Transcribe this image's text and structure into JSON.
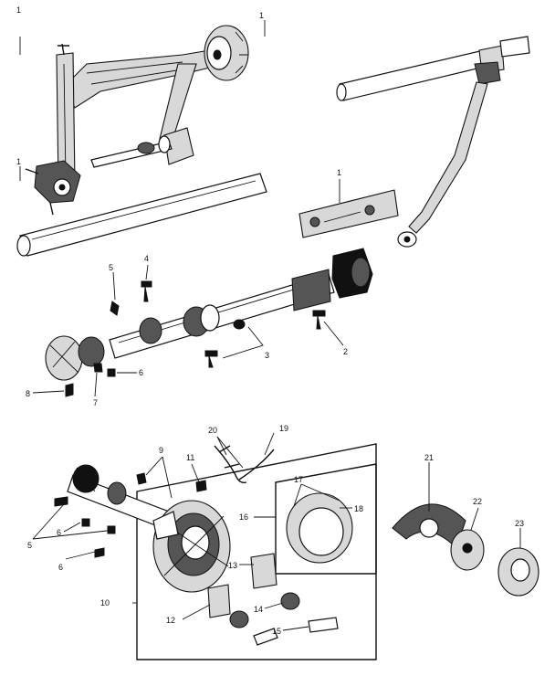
{
  "diagram": {
    "callouts": [
      {
        "id": "c1a",
        "label": "1"
      },
      {
        "id": "c1b",
        "label": "1"
      },
      {
        "id": "c1c",
        "label": "1"
      },
      {
        "id": "c1d",
        "label": "1"
      },
      {
        "id": "c2",
        "label": "2"
      },
      {
        "id": "c3",
        "label": "3"
      },
      {
        "id": "c4",
        "label": "4"
      },
      {
        "id": "c5",
        "label": "5"
      },
      {
        "id": "c6a",
        "label": "6"
      },
      {
        "id": "c7",
        "label": "7"
      },
      {
        "id": "c8",
        "label": "8"
      },
      {
        "id": "c5b",
        "label": "5"
      },
      {
        "id": "c6b",
        "label": "6"
      },
      {
        "id": "c6c",
        "label": "6"
      },
      {
        "id": "c9",
        "label": "9"
      },
      {
        "id": "c10",
        "label": "10"
      },
      {
        "id": "c11",
        "label": "11"
      },
      {
        "id": "c12",
        "label": "12"
      },
      {
        "id": "c13",
        "label": "13"
      },
      {
        "id": "c14",
        "label": "14"
      },
      {
        "id": "c15",
        "label": "15"
      },
      {
        "id": "c16",
        "label": "16"
      },
      {
        "id": "c17",
        "label": "17"
      },
      {
        "id": "c18",
        "label": "18"
      },
      {
        "id": "c19",
        "label": "19"
      },
      {
        "id": "c20",
        "label": "20"
      },
      {
        "id": "c21",
        "label": "21"
      },
      {
        "id": "c22",
        "label": "22"
      },
      {
        "id": "c23",
        "label": "23"
      }
    ]
  }
}
